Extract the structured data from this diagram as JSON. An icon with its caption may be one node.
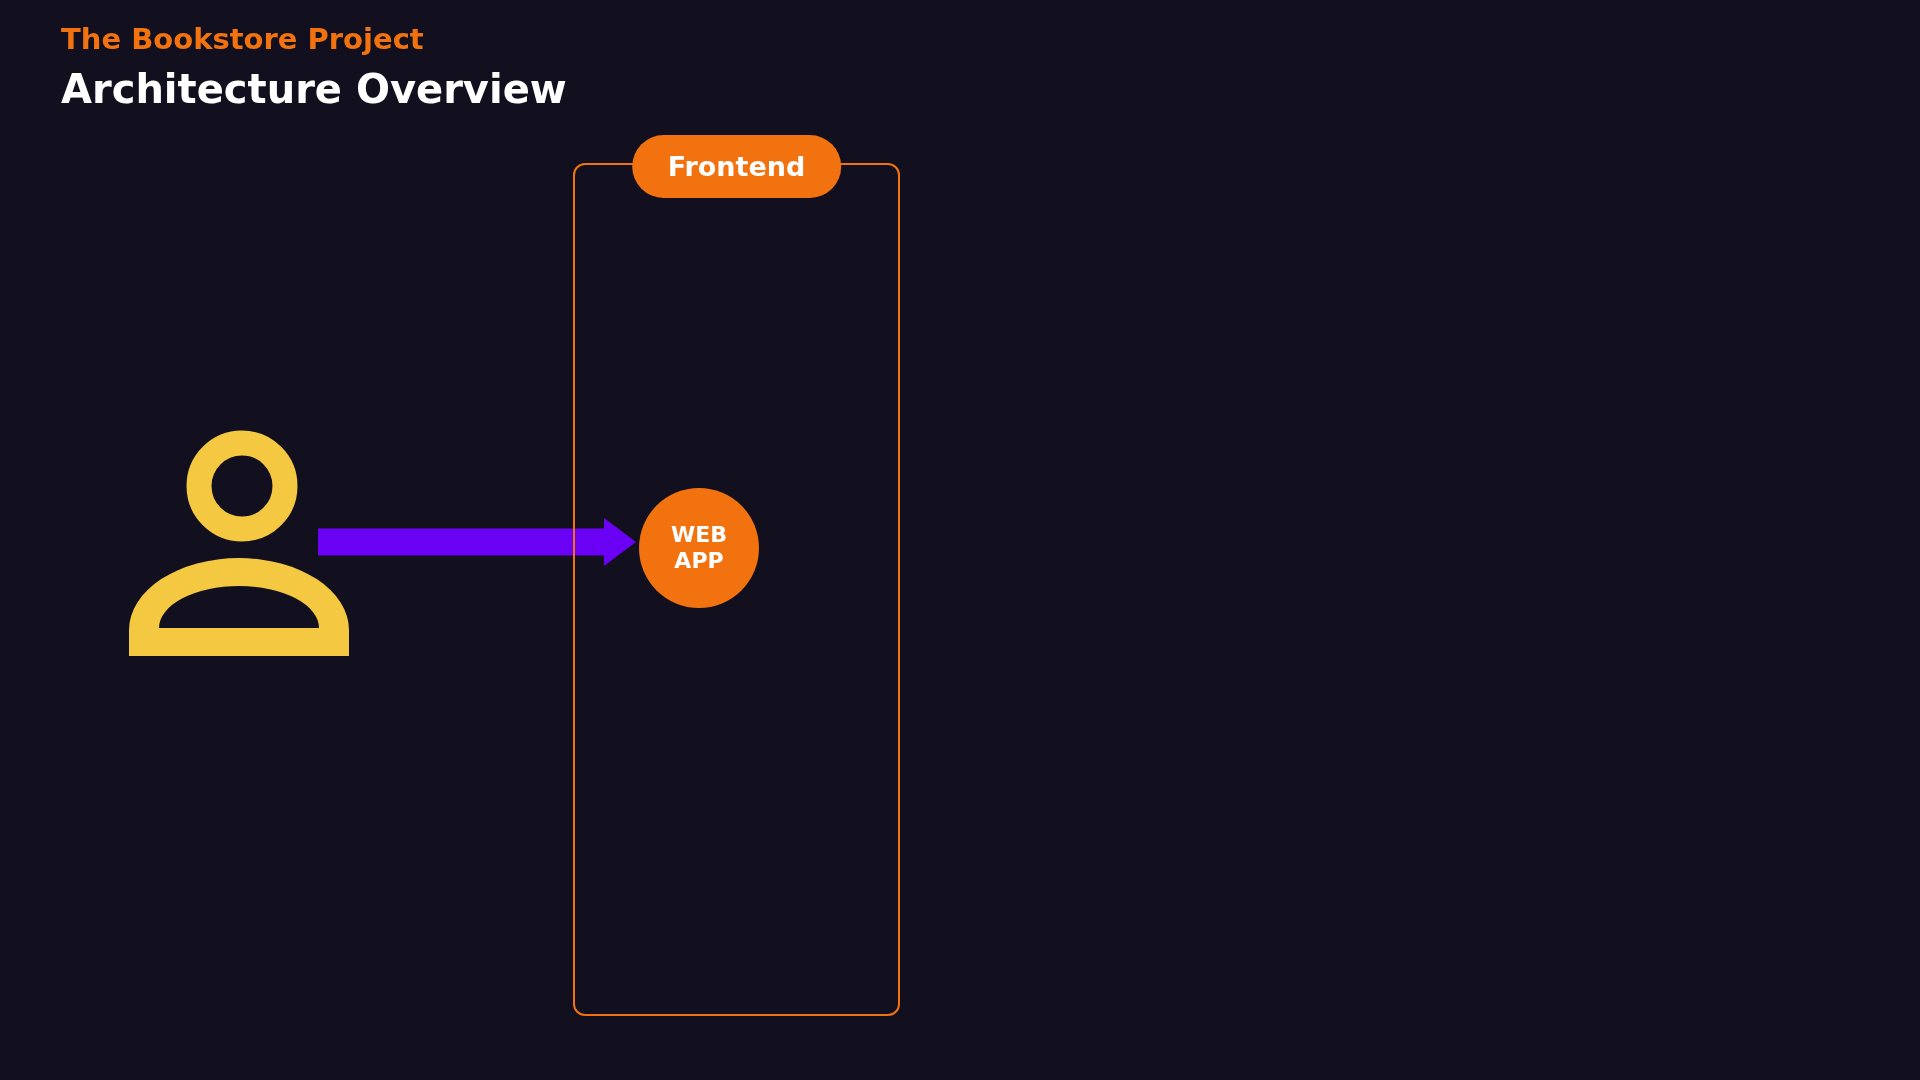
{
  "diagram": {
    "title": "Architecture Overview",
    "nodes": [
      {
        "text": [],
        "shape": "person"
      },
      {
        "text": [
          "Frontend"
        ]
      },
      {
        "text": [
          "WEB APP"
        ],
        "in": 1
      }
    ],
    "edges": [
      {
        "from": 0,
        "to": 2,
        "arrow": "to"
      }
    ],
    "labels": [
      "The Bookstore Project"
    ]
  }
}
